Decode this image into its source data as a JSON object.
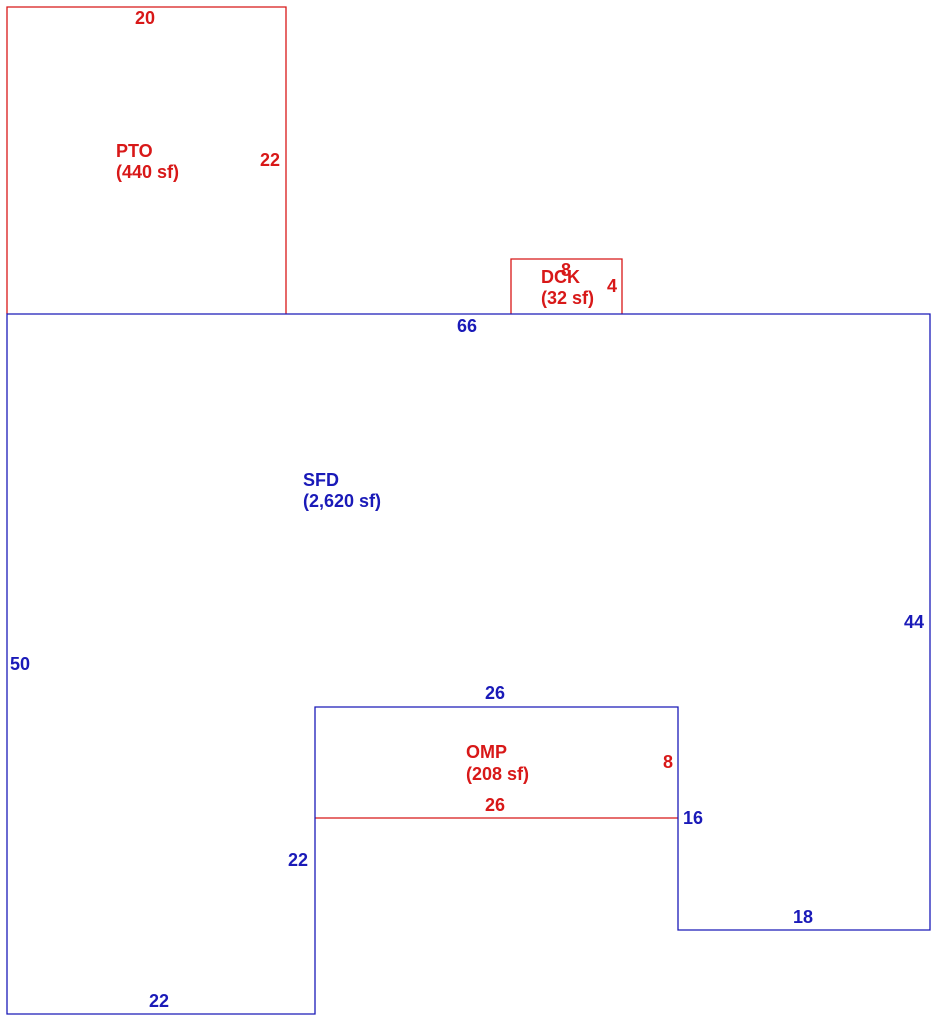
{
  "colors": {
    "main_structure": "#1a1ab8",
    "attachments": "#d81818"
  },
  "areas": {
    "sfd": {
      "code": "SFD",
      "area": "(2,620 sf)"
    },
    "pto": {
      "code": "PTO",
      "area": "(440 sf)"
    },
    "dck": {
      "code": "DCK",
      "area": "(32 sf)"
    },
    "omp": {
      "code": "OMP",
      "area": "(208 sf)"
    }
  },
  "dimensions": {
    "sfd": {
      "top": "66",
      "right": "44",
      "left": "50",
      "bottom_left": "22",
      "inner_left": "22",
      "notch_top": "26",
      "notch_right": "16",
      "bottom_right": "18"
    },
    "pto": {
      "top": "20",
      "right": "22"
    },
    "dck": {
      "top": "8",
      "right": "4"
    },
    "omp": {
      "right": "8",
      "bottom": "26"
    }
  }
}
